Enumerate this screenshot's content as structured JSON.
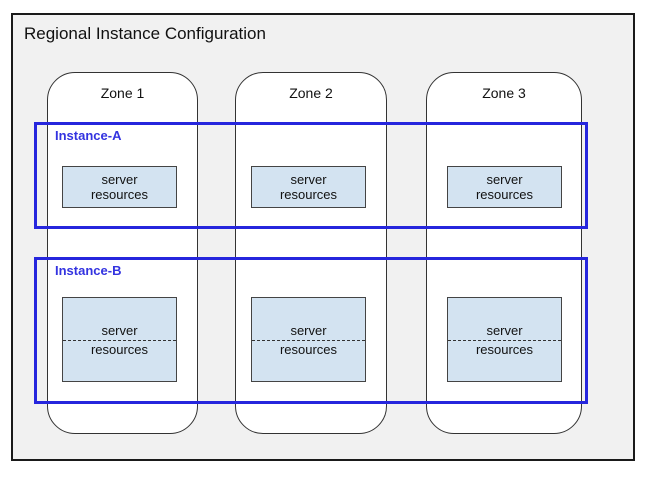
{
  "title": "Regional Instance Configuration",
  "zones": [
    {
      "label": "Zone 1"
    },
    {
      "label": "Zone 2"
    },
    {
      "label": "Zone 3"
    }
  ],
  "instances": [
    {
      "label": "Instance-A"
    },
    {
      "label": "Instance-B"
    }
  ],
  "resource_box": {
    "line1": "server",
    "line2": "resources"
  },
  "colors": {
    "instance_accent": "#2626dd",
    "instance_label": "#3333e0",
    "box_fill": "#d3e3f1",
    "box_border": "#444444",
    "frame_bg": "#f1f1f1",
    "frame_border": "#1a1a1a",
    "zone_border": "#333333"
  }
}
